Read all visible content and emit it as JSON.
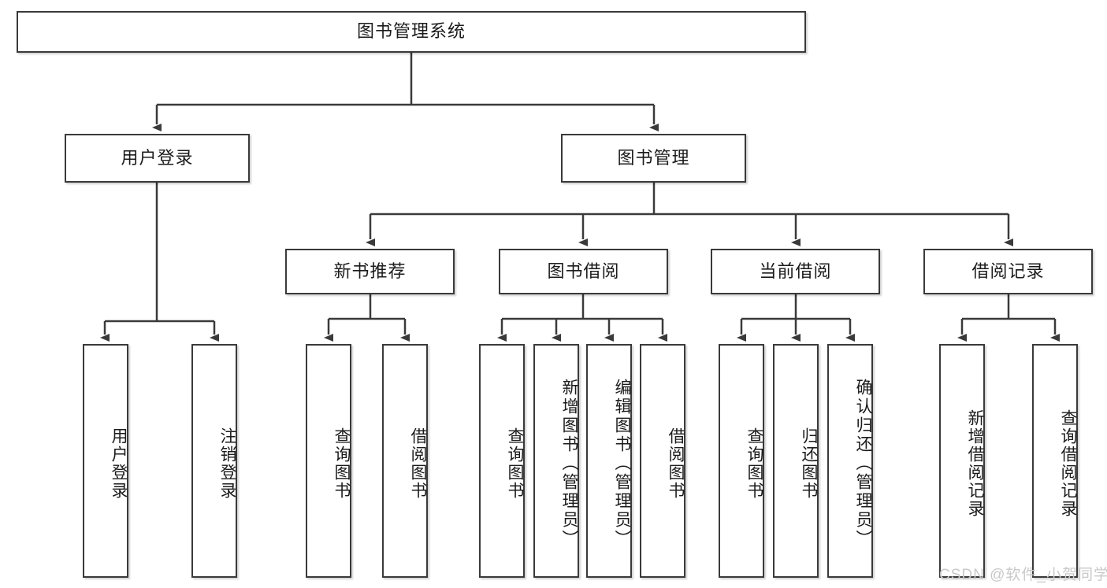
{
  "diagram": {
    "type": "tree",
    "title": "图书管理系统",
    "root": {
      "label": "图书管理系统",
      "children": [
        {
          "label": "用户登录",
          "children": [
            {
              "label": "用户登录"
            },
            {
              "label": "注销登录"
            }
          ]
        },
        {
          "label": "图书管理",
          "children": [
            {
              "label": "新书推荐",
              "children": [
                {
                  "label": "查询图书"
                },
                {
                  "label": "借阅图书"
                }
              ]
            },
            {
              "label": "图书借阅",
              "children": [
                {
                  "label": "查询图书"
                },
                {
                  "label": "新增图书（管理员）"
                },
                {
                  "label": "编辑图书（管理员）"
                },
                {
                  "label": "借阅图书"
                }
              ]
            },
            {
              "label": "当前借阅",
              "children": [
                {
                  "label": "查询图书"
                },
                {
                  "label": "归还图书"
                },
                {
                  "label": "确认归还（管理员）"
                }
              ]
            },
            {
              "label": "借阅记录",
              "children": [
                {
                  "label": "新增借阅记录"
                },
                {
                  "label": "查询借阅记录"
                }
              ]
            }
          ]
        }
      ]
    }
  },
  "nodes": {
    "root": "图书管理系统",
    "l2": {
      "user_login": "用户登录",
      "book_manage": "图书管理"
    },
    "l3": {
      "new_book_rec": "新书推荐",
      "book_borrow": "图书借阅",
      "current_borrow": "当前借阅",
      "borrow_record": "借阅记录"
    },
    "leaves": {
      "login_user_login": "用户登录",
      "login_logout": "注销登录",
      "rec_query_book": "查询图书",
      "rec_borrow_book": "借阅图书",
      "borrow_query_book": "查询图书",
      "borrow_add_book": "新增图书（管理员）",
      "borrow_edit_book": "编辑图书（管理员）",
      "borrow_borrow_book": "借阅图书",
      "cur_query_book": "查询图书",
      "cur_return_book": "归还图书",
      "cur_confirm_return": "确认归还（管理员）",
      "rec_add_record": "新增借阅记录",
      "rec_query_record": "查询借阅记录"
    }
  },
  "colors": {
    "stroke": "#3a3a3a",
    "background": "#ffffff",
    "text": "#1b1b1b",
    "watermark": "#c9c9c9"
  },
  "watermark": {
    "text": "CSDN @软件_小贺同学"
  }
}
